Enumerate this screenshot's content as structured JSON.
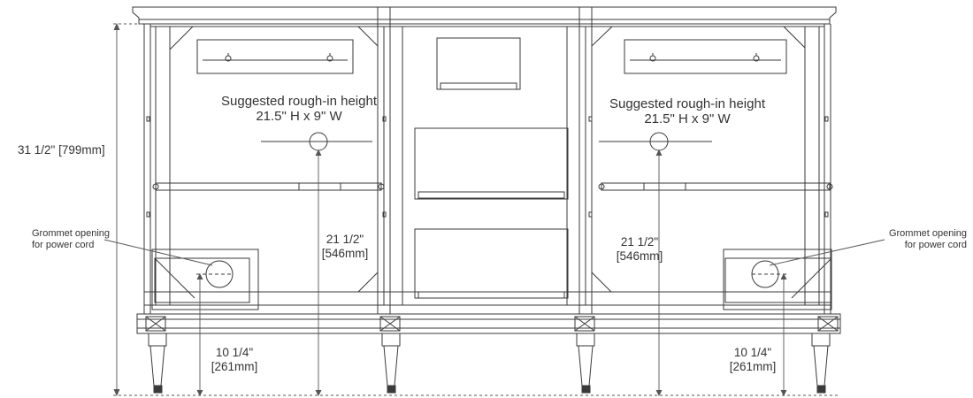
{
  "diagram": {
    "overall_height": "31 1/2\" [799mm]",
    "left": {
      "rough_in_title": "Suggested rough-in height",
      "rough_in_size": "21.5\" H x 9\" W",
      "height_dim_in": "21 1/2\"",
      "height_dim_mm": "[546mm]",
      "grommet_line1": "Grommet opening",
      "grommet_line2": "for power cord",
      "grommet_dim_in": "10 1/4\"",
      "grommet_dim_mm": "[261mm]"
    },
    "right": {
      "rough_in_title": "Suggested rough-in height",
      "rough_in_size": "21.5\" H x 9\" W",
      "height_dim_in": "21 1/2\"",
      "height_dim_mm": "[546mm]",
      "grommet_line1": "Grommet opening",
      "grommet_line2": "for power cord",
      "grommet_dim_in": "10 1/4\"",
      "grommet_dim_mm": "[261mm]"
    },
    "colors": {
      "line": "#3a3a3a",
      "dim": "#555555",
      "background": "#ffffff"
    }
  }
}
